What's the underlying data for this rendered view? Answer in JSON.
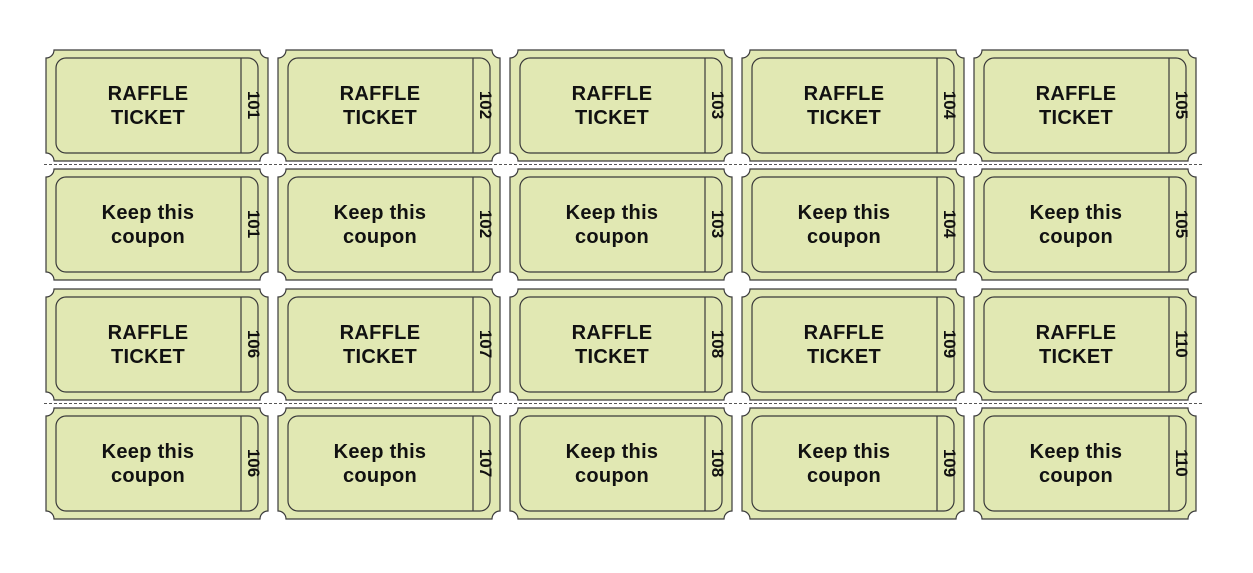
{
  "colors": {
    "ticket_fill": "#e1e8b3",
    "outline": "#3a3a3a",
    "text": "#111111",
    "page": "#ffffff"
  },
  "rows": [
    {
      "kind": "raffle",
      "tickets": [
        {
          "line1": "RAFFLE",
          "line2": "TICKET",
          "number": "101"
        },
        {
          "line1": "RAFFLE",
          "line2": "TICKET",
          "number": "102"
        },
        {
          "line1": "RAFFLE",
          "line2": "TICKET",
          "number": "103"
        },
        {
          "line1": "RAFFLE",
          "line2": "TICKET",
          "number": "104"
        },
        {
          "line1": "RAFFLE",
          "line2": "TICKET",
          "number": "105"
        }
      ]
    },
    {
      "kind": "coupon",
      "tickets": [
        {
          "line1": "Keep this",
          "line2": "coupon",
          "number": "101"
        },
        {
          "line1": "Keep this",
          "line2": "coupon",
          "number": "102"
        },
        {
          "line1": "Keep this",
          "line2": "coupon",
          "number": "103"
        },
        {
          "line1": "Keep this",
          "line2": "coupon",
          "number": "104"
        },
        {
          "line1": "Keep this",
          "line2": "coupon",
          "number": "105"
        }
      ]
    },
    {
      "kind": "raffle",
      "tickets": [
        {
          "line1": "RAFFLE",
          "line2": "TICKET",
          "number": "106"
        },
        {
          "line1": "RAFFLE",
          "line2": "TICKET",
          "number": "107"
        },
        {
          "line1": "RAFFLE",
          "line2": "TICKET",
          "number": "108"
        },
        {
          "line1": "RAFFLE",
          "line2": "TICKET",
          "number": "109"
        },
        {
          "line1": "RAFFLE",
          "line2": "TICKET",
          "number": "110"
        }
      ]
    },
    {
      "kind": "coupon",
      "tickets": [
        {
          "line1": "Keep this",
          "line2": "coupon",
          "number": "106"
        },
        {
          "line1": "Keep this",
          "line2": "coupon",
          "number": "107"
        },
        {
          "line1": "Keep this",
          "line2": "coupon",
          "number": "108"
        },
        {
          "line1": "Keep this",
          "line2": "coupon",
          "number": "109"
        },
        {
          "line1": "Keep this",
          "line2": "coupon",
          "number": "110"
        }
      ]
    }
  ]
}
